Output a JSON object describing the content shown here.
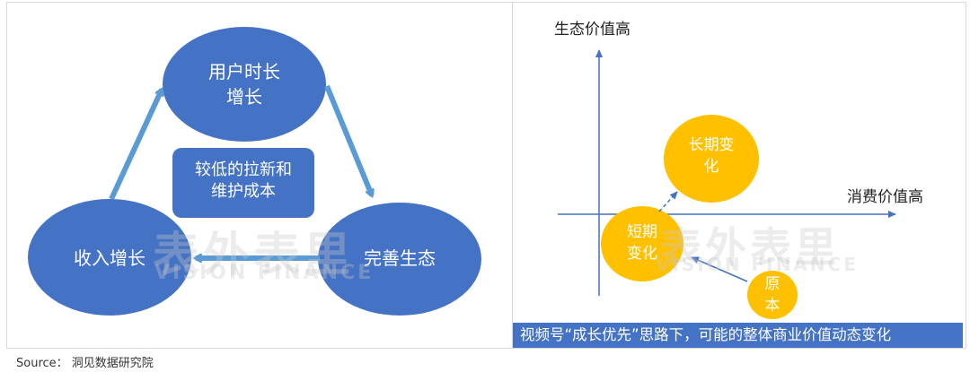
{
  "left_diagram": {
    "nodes": {
      "top": "用户时长\n增长",
      "left": "收入增长",
      "right": "完善生态",
      "center": "较低的拉新和\n维护成本"
    },
    "colors": {
      "node": "#4472C4",
      "arrow": "#5B9BD5"
    }
  },
  "right_diagram": {
    "y_axis_label": "生态价值高",
    "x_axis_label": "消费价值高",
    "bubbles": {
      "long_term": "长期变\n化",
      "short_term": "短期\n变化",
      "original": "原\n本"
    },
    "caption": "视频号“成长优先”思路下，可能的整体商业价值动态变化",
    "colors": {
      "bubble": "#FFC000",
      "axis": "#4472C4"
    }
  },
  "watermark": {
    "cn": "表外表里",
    "en": "VISION FINANCE"
  },
  "source": "Source：  洞见数据研究院"
}
